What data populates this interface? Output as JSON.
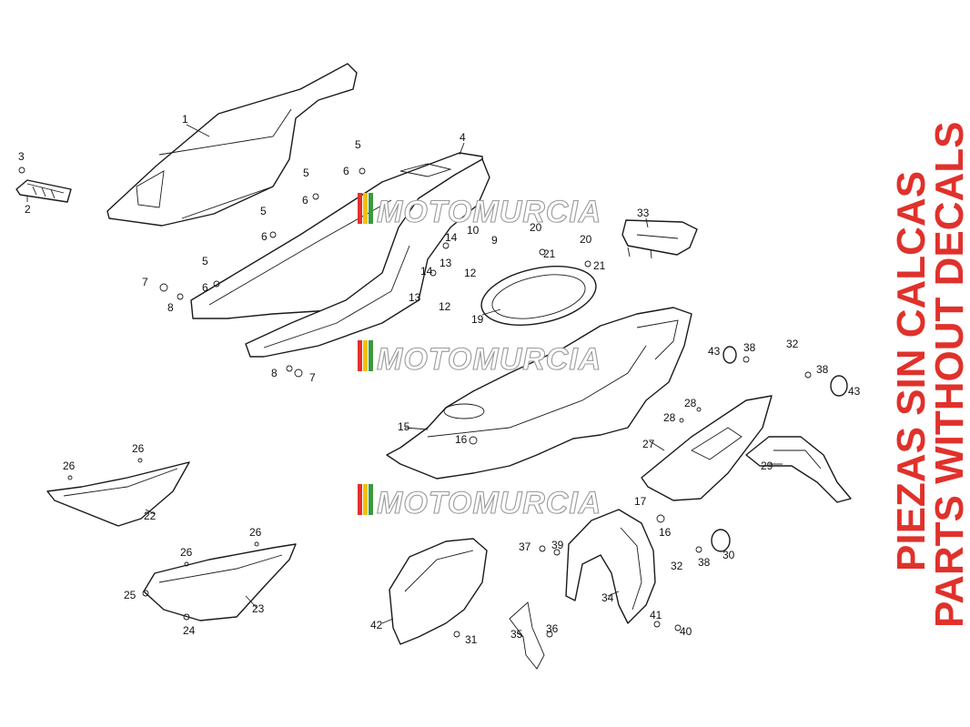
{
  "watermark": {
    "text": "MOTOMURCIA",
    "stripe_colors": [
      "#e63027",
      "#f2c200",
      "#3a9a3a"
    ]
  },
  "side_text": {
    "line1": "PIEZAS SIN CALCAS",
    "line2": "PARTS WITHOUT DECALS",
    "color": "#e0312b"
  },
  "callouts": [
    "1",
    "2",
    "3",
    "4",
    "5",
    "5",
    "5",
    "5",
    "6",
    "6",
    "6",
    "6",
    "7",
    "7",
    "8",
    "8",
    "9",
    "10",
    "12",
    "12",
    "13",
    "13",
    "14",
    "14",
    "15",
    "16",
    "16",
    "17",
    "19",
    "20",
    "20",
    "21",
    "21",
    "22",
    "23",
    "24",
    "25",
    "26",
    "26",
    "26",
    "26",
    "27",
    "28",
    "28",
    "29",
    "30",
    "31",
    "32",
    "32",
    "33",
    "34",
    "35",
    "36",
    "37",
    "38",
    "38",
    "38",
    "39",
    "40",
    "41",
    "42",
    "43",
    "43"
  ]
}
